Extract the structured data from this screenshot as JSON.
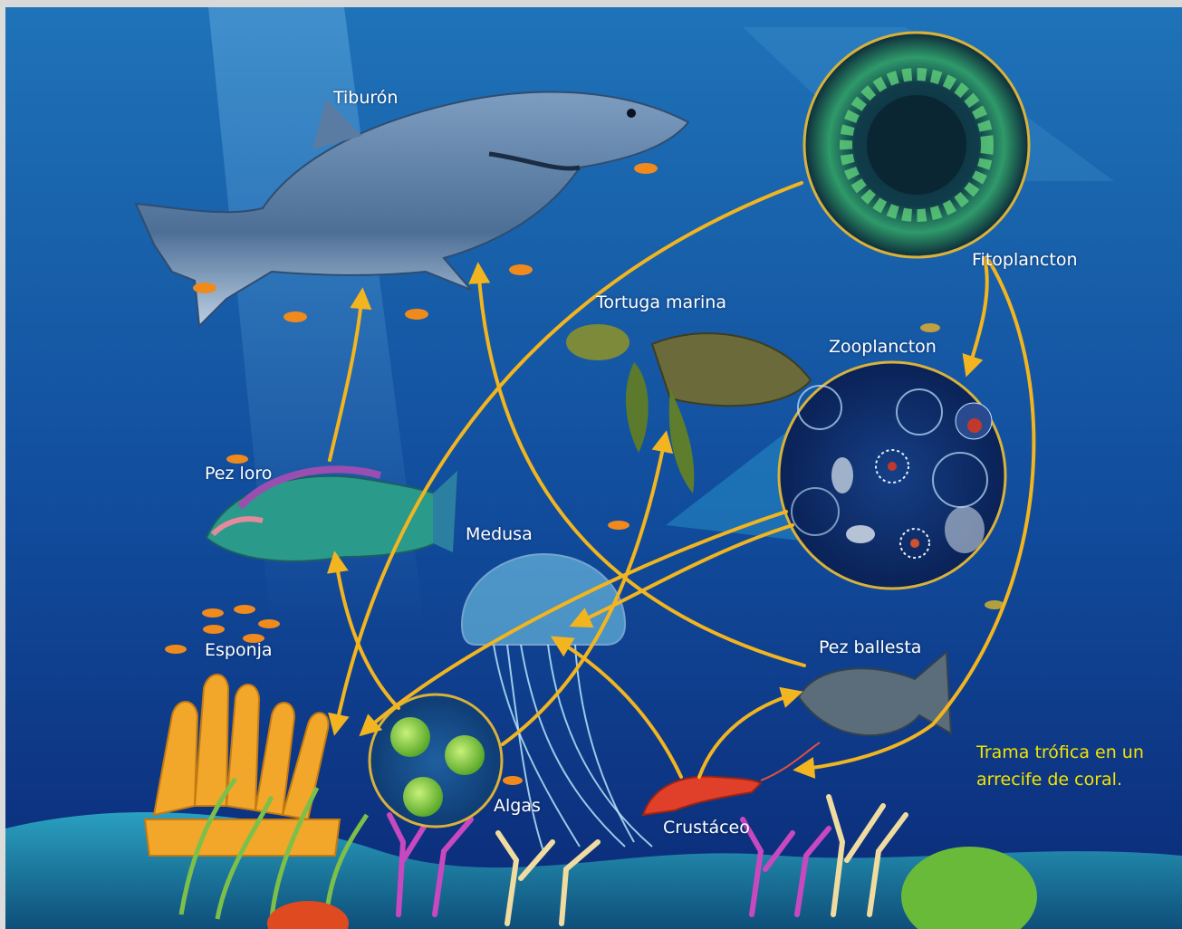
{
  "colors": {
    "water_top": "#1f73b8",
    "water_bottom": "#0b2a77",
    "arrow": "#f2b51f",
    "caption": "#f2e400"
  },
  "organisms": {
    "tiburon": "Tiburón",
    "fitoplancton": "Fitoplancton",
    "tortuga": "Tortuga marina",
    "zooplancton": "Zooplancton",
    "pez_loro": "Pez loro",
    "medusa": "Medusa",
    "esponja": "Esponja",
    "pez_ballesta": "Pez ballesta",
    "algas": "Algas",
    "crustaceo": "Crustáceo"
  },
  "caption": {
    "line1": "Trama trófica en un",
    "line2": "arrecife de coral."
  },
  "icons": [
    "shark-icon",
    "turtle-icon",
    "parrotfish-icon",
    "jellyfish-icon",
    "triggerfish-icon",
    "shrimp-icon",
    "sponge-icon",
    "phytoplankton-icon",
    "zooplankton-icon",
    "algae-icon"
  ]
}
